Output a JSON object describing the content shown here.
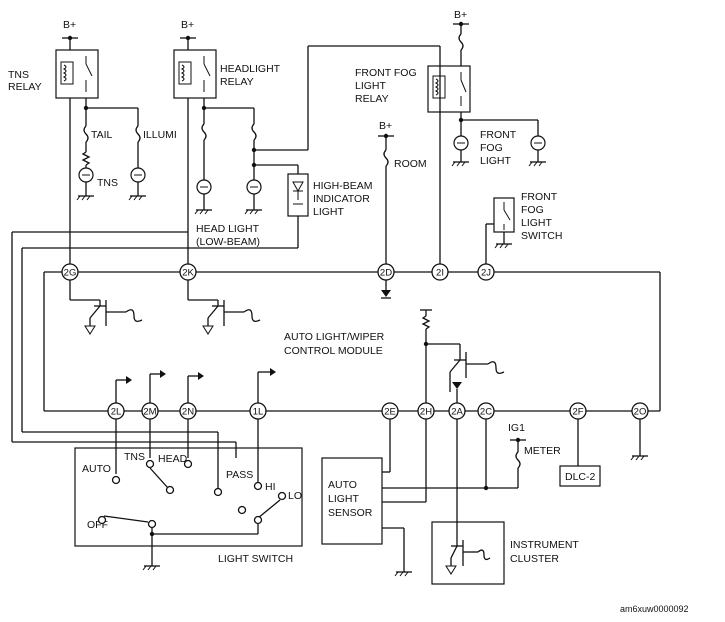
{
  "labels": {
    "b_plus": "B+",
    "tns_relay": "TNS RELAY",
    "headlight_relay": "HEADLIGHT RELAY",
    "front_fog_light_relay": [
      "FRONT FOG",
      "LIGHT",
      "RELAY"
    ],
    "tail": "TAIL",
    "illumi": "ILLUMI",
    "tns": "TNS",
    "front_fog_light": [
      "FRONT",
      "FOG",
      "LIGHT"
    ],
    "room": "ROOM",
    "high_beam_indicator": [
      "HIGH-BEAM",
      "INDICATOR",
      "LIGHT"
    ],
    "head_light_low_beam": [
      "HEAD LIGHT",
      "(LOW-BEAM)"
    ],
    "front_fog_light_switch": [
      "FRONT",
      "FOG",
      "LIGHT",
      "SWITCH"
    ],
    "auto_light_module": [
      "AUTO LIGHT/WIPER",
      "CONTROL MODULE"
    ],
    "ig1": "IG1",
    "meter": "METER",
    "dlc2": "DLC-2",
    "auto_light_sensor": [
      "AUTO",
      "LIGHT",
      "SENSOR"
    ],
    "instrument_cluster": [
      "INSTRUMENT",
      "CLUSTER"
    ],
    "light_switch": "LIGHT SWITCH",
    "sw_auto": "AUTO",
    "sw_tns": "TNS",
    "sw_head": "HEAD",
    "sw_pass": "PASS",
    "sw_hi": "HI",
    "sw_lo": "LO",
    "sw_off": "OFF",
    "figure_id": "am6xuw0000092"
  },
  "connectors": {
    "c2g": "2G",
    "c2k": "2K",
    "c2d": "2D",
    "c2i": "2I",
    "c2j": "2J",
    "c2l": "2L",
    "c2m": "2M",
    "c2n": "2N",
    "c1l": "1L",
    "c2e": "2E",
    "c2h": "2H",
    "c2a": "2A",
    "c2c": "2C",
    "c2f": "2F",
    "c2o": "2O"
  }
}
